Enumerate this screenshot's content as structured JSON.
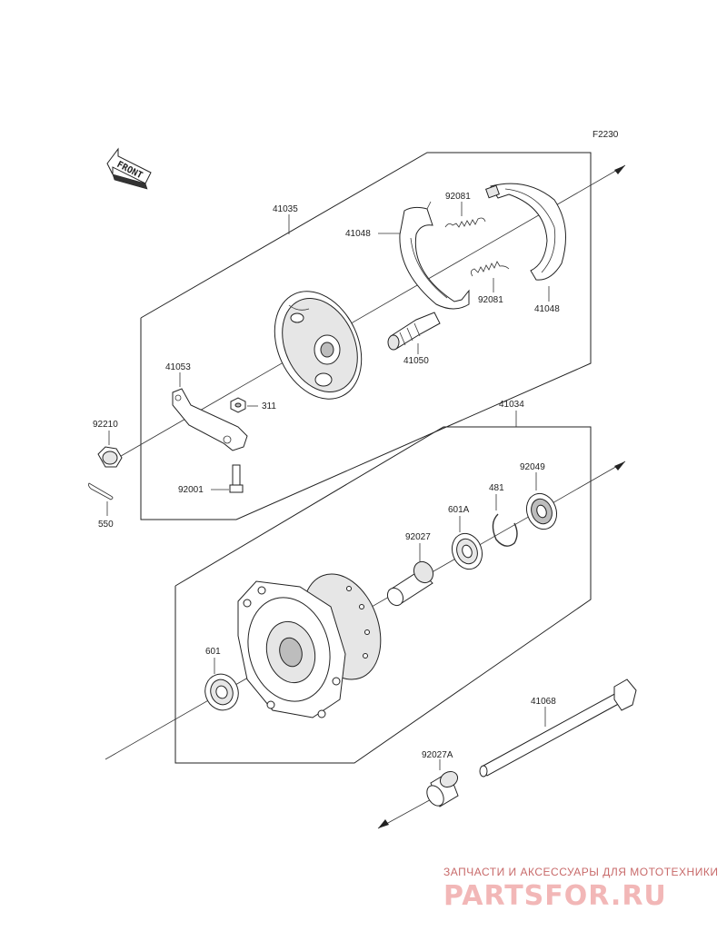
{
  "figure_code": "F2230",
  "front_label": "FRONT",
  "labels": {
    "p41035": "41035",
    "p41048a": "41048",
    "p92081a": "92081",
    "p92081b": "92081",
    "p41048b": "41048",
    "p41050": "41050",
    "p41053": "41053",
    "p311": "311",
    "p92210": "92210",
    "p92001": "92001",
    "p550": "550",
    "p41034": "41034",
    "p92049": "92049",
    "p481": "481",
    "p601A": "601A",
    "p92027": "92027",
    "p601": "601",
    "p41068": "41068",
    "p92027A": "92027A"
  },
  "watermark": {
    "tagline": "ЗАПЧАСТИ И АКСЕССУАРЫ ДЛЯ МОТОТЕХНИКИ",
    "logo": "PARTSFOR.RU"
  }
}
